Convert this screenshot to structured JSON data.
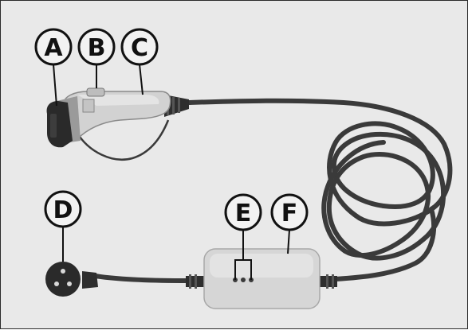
{
  "callouts": {
    "a": "A",
    "b": "B",
    "c": "C",
    "d": "D",
    "e": "E",
    "f": "F"
  },
  "colors": {
    "background": "#e9e9e9",
    "cable": "#3a3a3a",
    "housing": "#d6d6d6",
    "plug_body": "#cfcfcf",
    "ink": "#111111"
  }
}
